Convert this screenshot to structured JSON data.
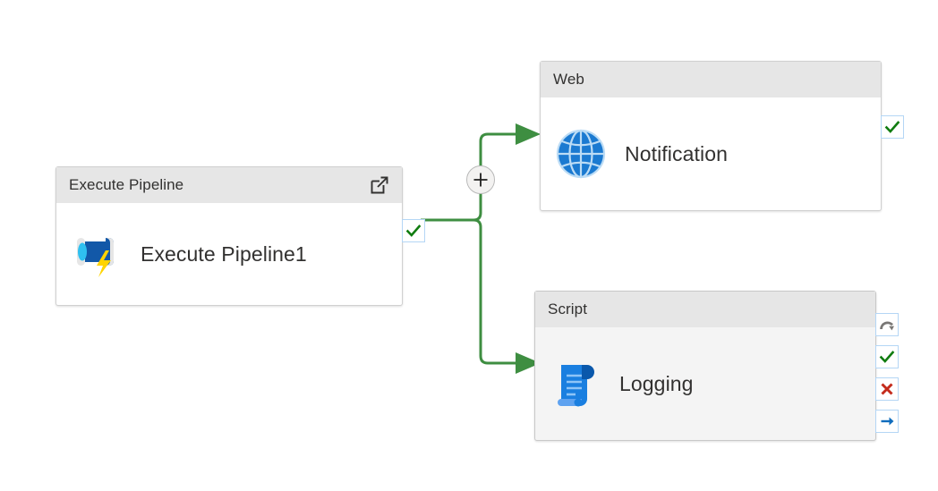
{
  "canvas": {
    "background_color": "#ffffff",
    "edge_color": "#3e8e41",
    "accent_selected_color": "#b4d6f5"
  },
  "nodes": [
    {
      "id": "execute-pipeline",
      "type_label": "Execute Pipeline",
      "activity_name": "Execute Pipeline1",
      "icon": "execute-pipeline-icon",
      "selected": false,
      "header_action_icon": "open-in-new-window-icon",
      "handles": [
        {
          "name": "success",
          "icon": "check-icon",
          "color": "#107c10"
        }
      ]
    },
    {
      "id": "web",
      "type_label": "Web",
      "activity_name": "Notification",
      "icon": "globe-icon",
      "selected": false,
      "handles": [
        {
          "name": "success",
          "icon": "check-icon",
          "color": "#107c10"
        }
      ]
    },
    {
      "id": "script",
      "type_label": "Script",
      "activity_name": "Logging",
      "icon": "script-scroll-icon",
      "selected": true,
      "handles": [
        {
          "name": "completion",
          "icon": "curved-arrow-icon",
          "color": "#797775"
        },
        {
          "name": "success",
          "icon": "check-icon",
          "color": "#107c10"
        },
        {
          "name": "failure",
          "icon": "cross-icon",
          "color": "#c42b1c"
        },
        {
          "name": "skipped",
          "icon": "arrow-right-icon",
          "color": "#0f6cbd"
        }
      ]
    }
  ],
  "edges": [
    {
      "from": "execute-pipeline",
      "to": "web",
      "condition": "success"
    },
    {
      "from": "execute-pipeline",
      "to": "script",
      "condition": "success"
    }
  ],
  "add_button": {
    "name": "add-activity-button",
    "icon": "plus-icon"
  }
}
